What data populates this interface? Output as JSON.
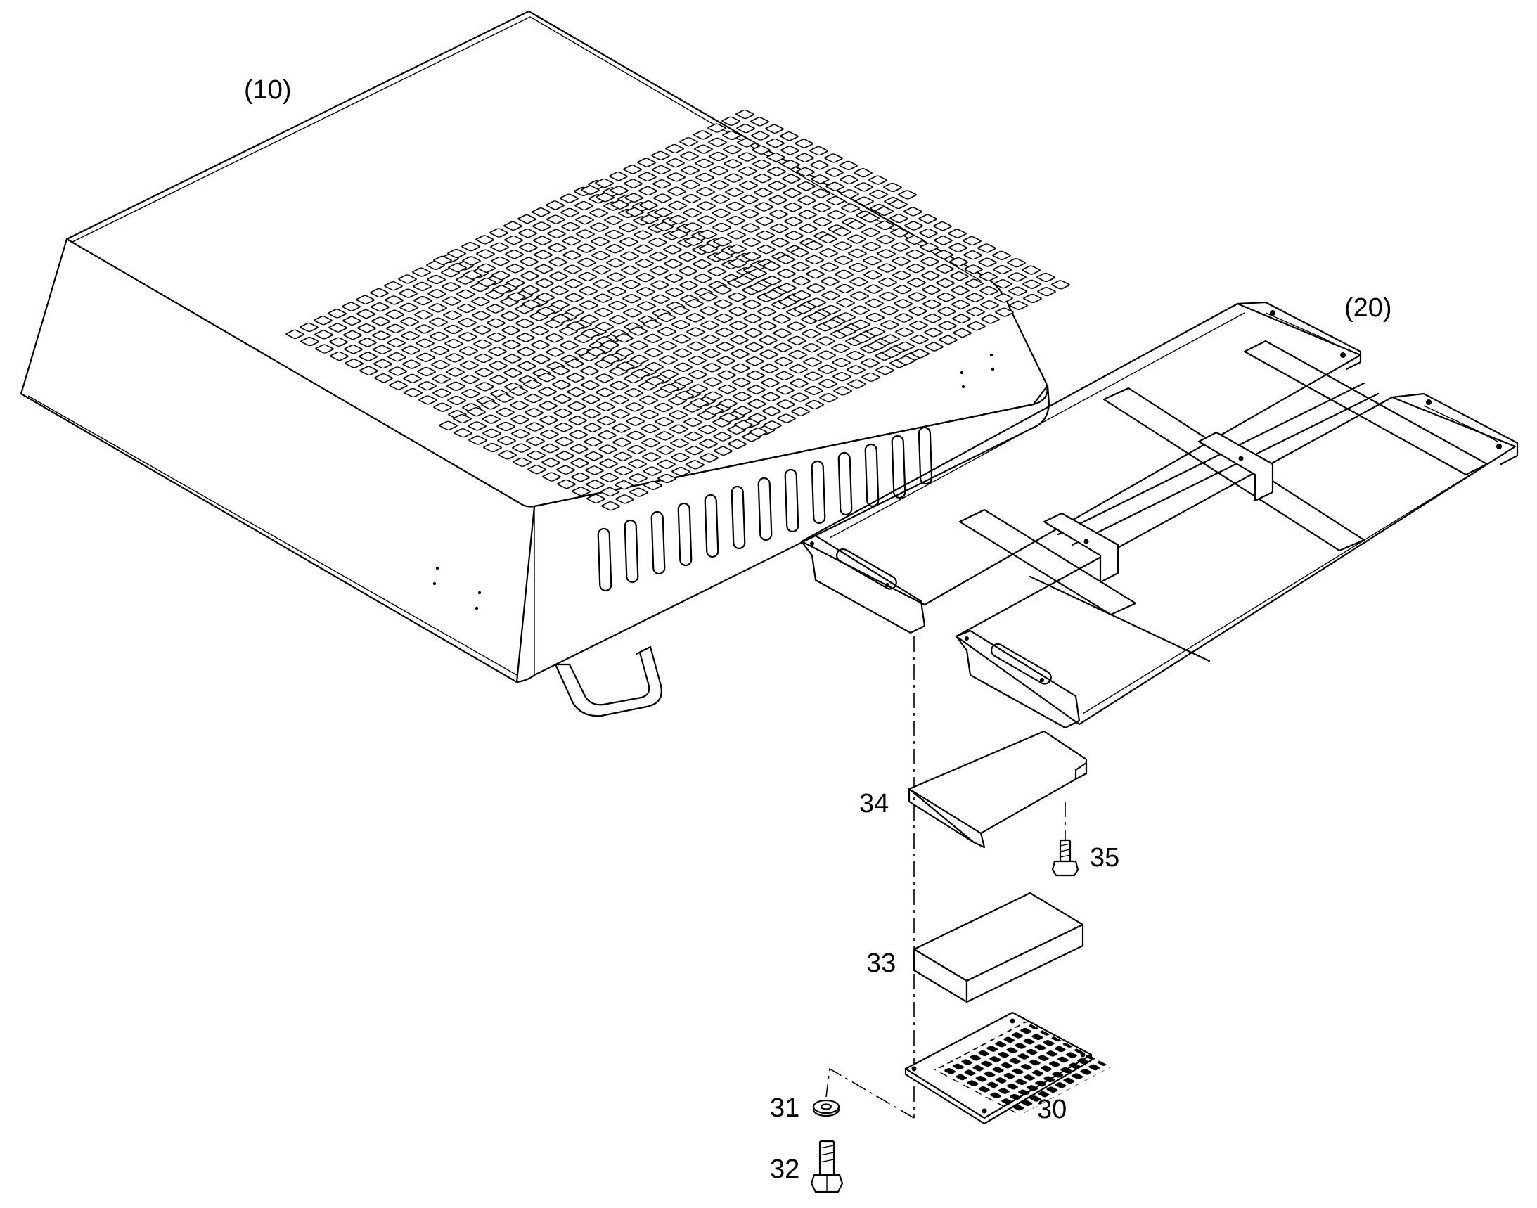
{
  "labels": {
    "assembly_cover": "(10)",
    "assembly_frame": "(20)",
    "part_30": "30",
    "part_31": "31",
    "part_32": "32",
    "part_33": "33",
    "part_34": "34",
    "part_35": "35"
  }
}
